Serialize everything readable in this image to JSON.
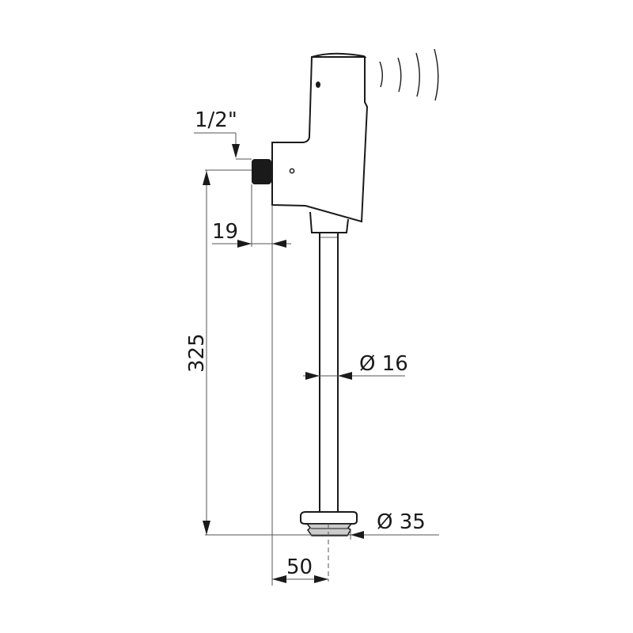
{
  "drawing": {
    "subject": "sensor-activated urinal flush valve",
    "colors": {
      "stroke": "#1a1a1a",
      "dimension": "#555555",
      "fill": "#ffffff",
      "thread": "#1a1a1a"
    },
    "dimensions": {
      "inlet_thread": "1/2\"",
      "inlet_offset": "19",
      "height": "325",
      "pipe_diameter": "Ø 16",
      "outlet_diameter": "Ø 35",
      "outlet_offset": "50"
    }
  }
}
